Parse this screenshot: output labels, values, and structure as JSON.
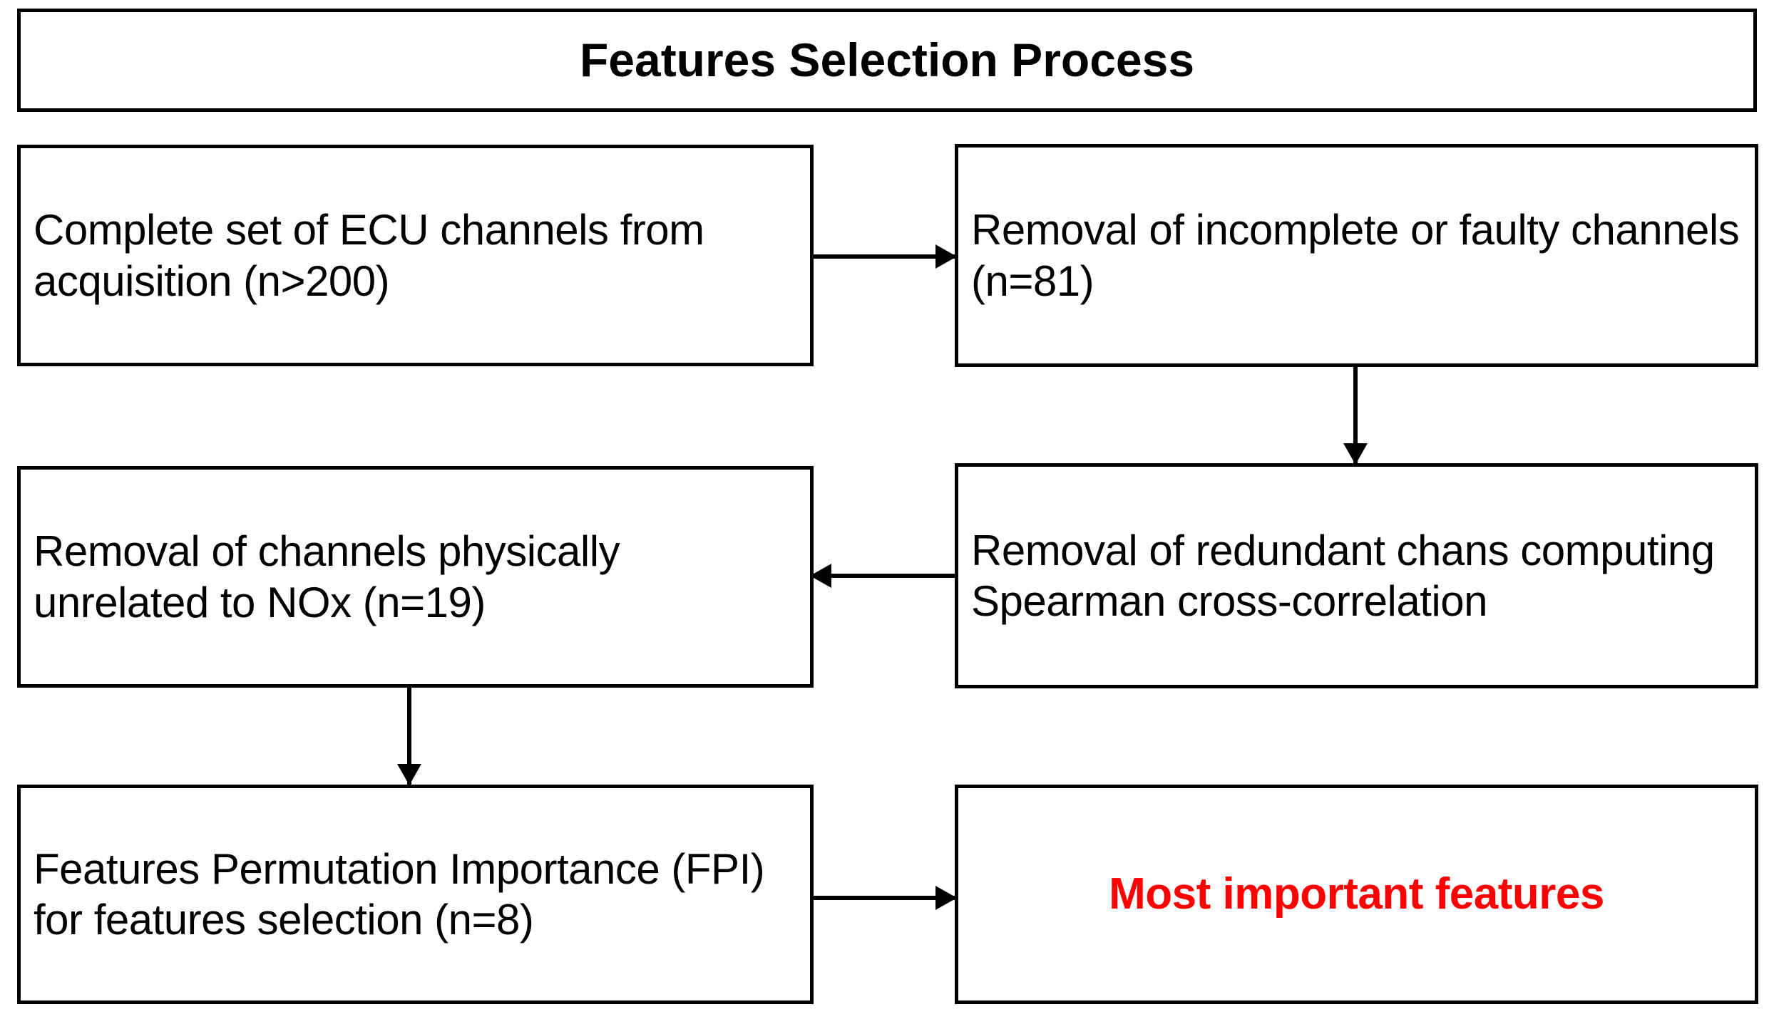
{
  "diagram": {
    "title": "Features Selection Process",
    "accent_color": "#ff0000",
    "line_color": "#000000",
    "background_color": "#ffffff",
    "nodes": [
      {
        "id": "complete-set",
        "text": "Complete set of ECU channels from acquisition (n>200)",
        "count": "n>200"
      },
      {
        "id": "removal-faulty",
        "text": "Removal of incomplete or faulty channels\n(n=81)",
        "count": "n=81"
      },
      {
        "id": "removal-unrelated",
        "text": "Removal of channels physically unrelated to NOx (n=19)",
        "count": "n=19"
      },
      {
        "id": "removal-redundant",
        "text": "Removal of redundant chans computing Spearman cross-correlation",
        "count": ""
      },
      {
        "id": "fpi",
        "text": "Features Permutation Importance (FPI) for features selection (n=8)",
        "count": "n=8"
      },
      {
        "id": "most-important",
        "text": "Most important features",
        "count": ""
      }
    ],
    "edges": [
      {
        "id": "edge1",
        "from": "complete-set",
        "to": "removal-faulty",
        "direction": "right"
      },
      {
        "id": "edge2",
        "from": "removal-faulty",
        "to": "removal-redundant",
        "direction": "down"
      },
      {
        "id": "edge3",
        "from": "removal-redundant",
        "to": "removal-unrelated",
        "direction": "left"
      },
      {
        "id": "edge4",
        "from": "removal-unrelated",
        "to": "fpi",
        "direction": "down"
      },
      {
        "id": "edge5",
        "from": "fpi",
        "to": "most-important",
        "direction": "right"
      }
    ]
  }
}
